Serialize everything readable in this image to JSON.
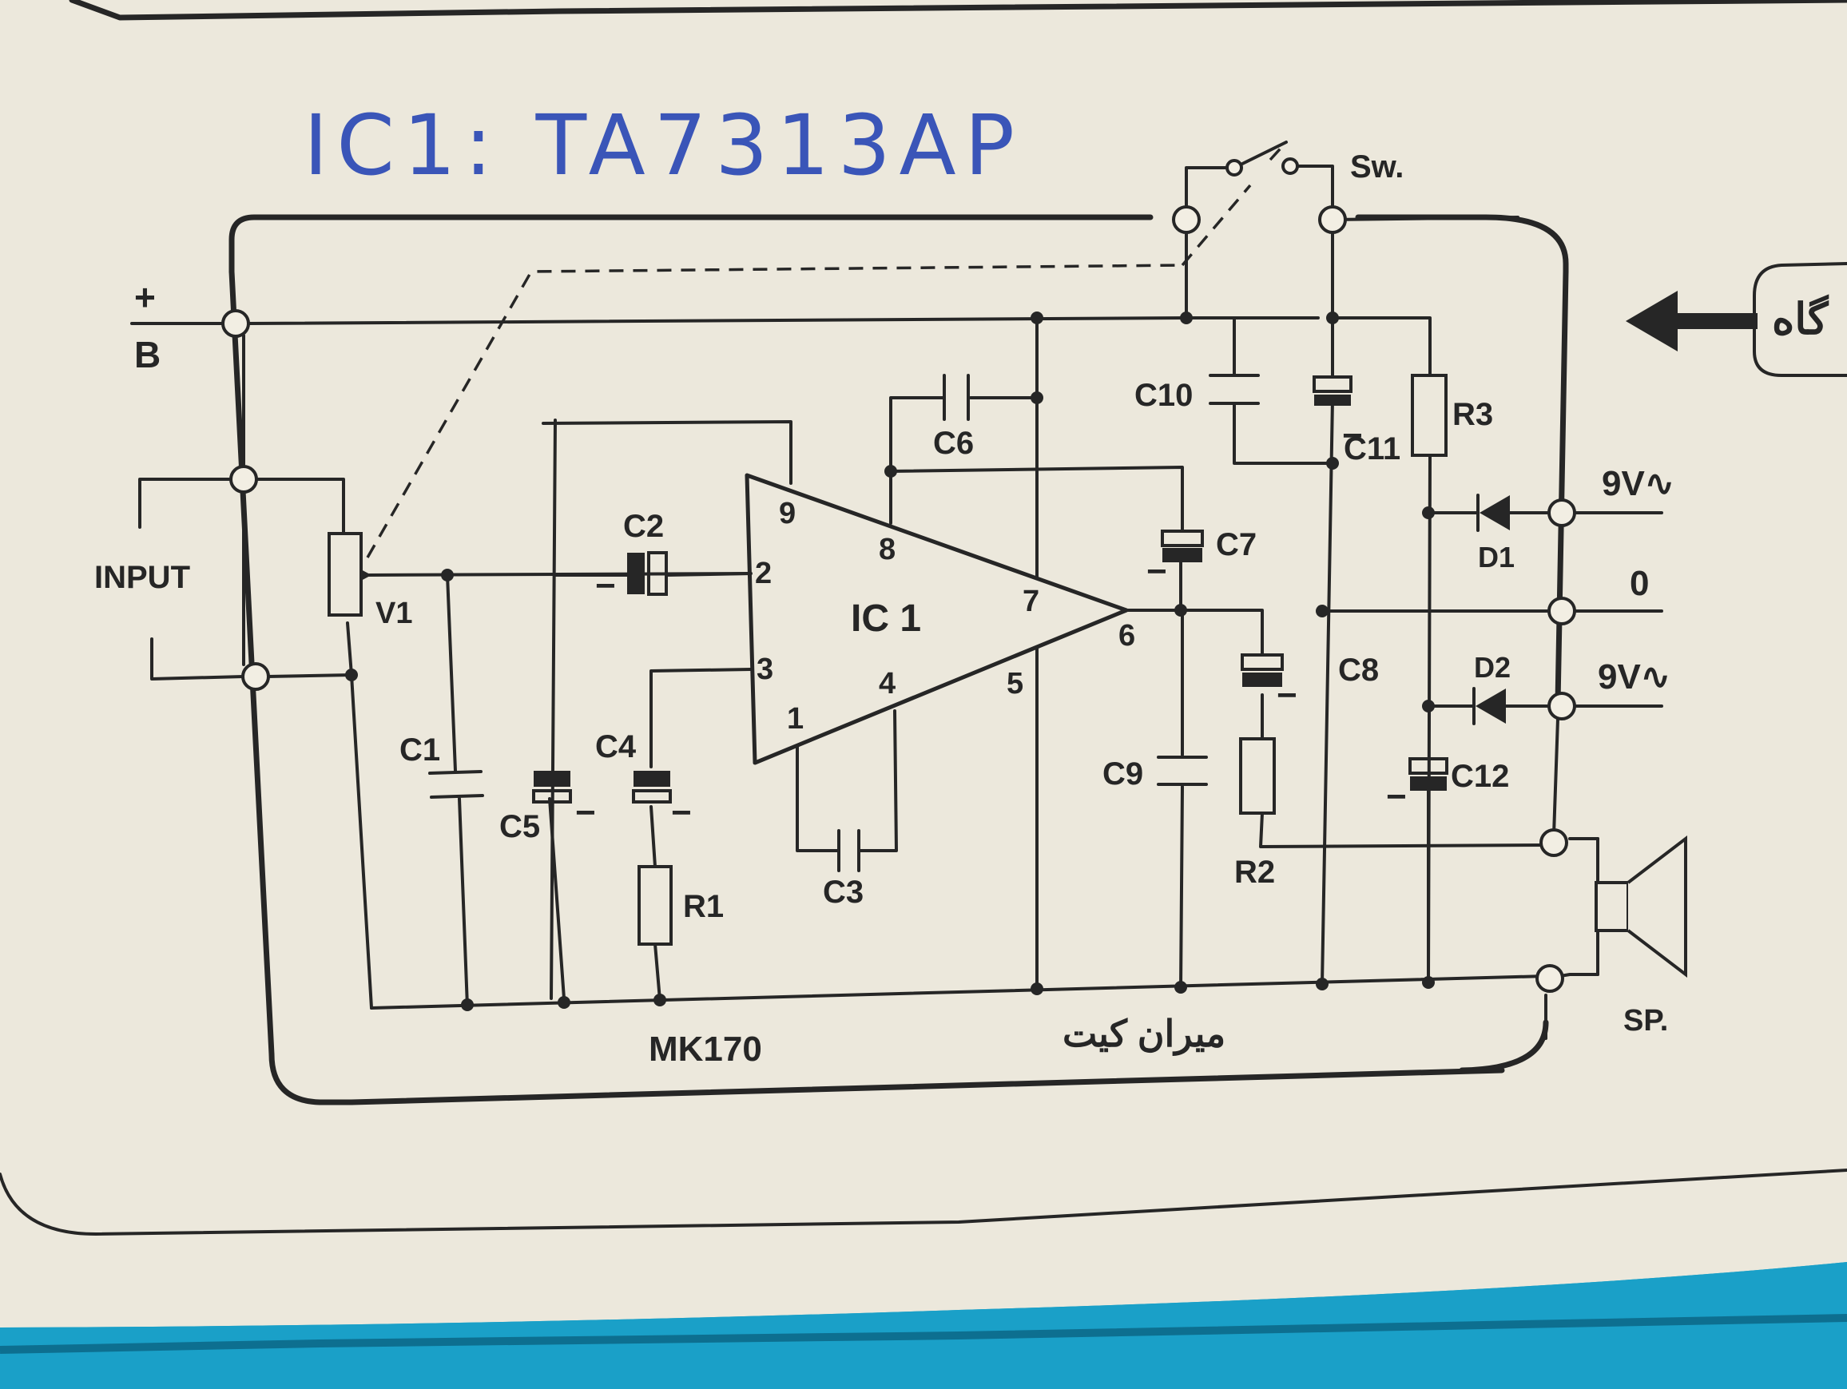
{
  "handwritten_title": "IC1: TA7313AP",
  "ic_label": "IC 1",
  "ic_pins": [
    "9",
    "2",
    "3",
    "1",
    "8",
    "4",
    "7",
    "5",
    "6"
  ],
  "supply": {
    "plus": "+",
    "name": "B"
  },
  "input_label": "INPUT",
  "components": {
    "v1": "V1",
    "c1": "C1",
    "c2": "C2",
    "c3": "C3",
    "c4": "C4",
    "c5": "C5",
    "c6": "C6",
    "c7": "C7",
    "c8": "C8",
    "c9": "C9",
    "c10": "C10",
    "c11": "C11",
    "c12": "C12",
    "r1": "R1",
    "r2": "R2",
    "r3": "R3",
    "d1": "D1",
    "d2": "D2"
  },
  "switch_label": "Sw.",
  "ac_top": "9V∿",
  "ac_mid": "0",
  "ac_bot": "9V∿",
  "speaker_label": "SP.",
  "kit_code": "MK170",
  "brand_fa": "میران کیت",
  "side_tag_fa": "گاه",
  "polarity_minus": "−"
}
